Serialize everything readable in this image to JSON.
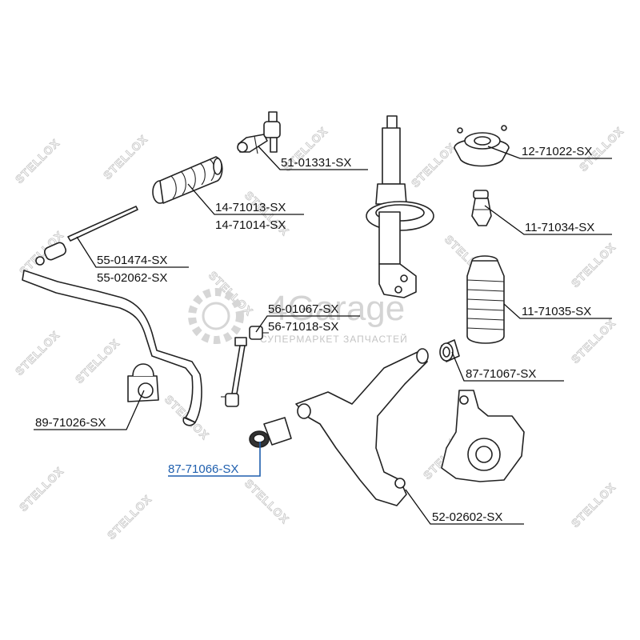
{
  "watermark": {
    "text": "STELLOX",
    "brand": "4Garage",
    "brand_sub": "СУПЕРМАРКЕТ ЗАПЧАСТЕЙ"
  },
  "colors": {
    "highlight": "#1f5fae",
    "line": "#111111"
  },
  "labels": {
    "l51_01331": "51-01331-SX",
    "l12_71022": "12-71022-SX",
    "l14_71013": "14-71013-SX",
    "l14_71014": "14-71014-SX",
    "l11_71034": "11-71034-SX",
    "l55_01474": "55-01474-SX",
    "l55_02062": "55-02062-SX",
    "l56_01067": "56-01067-SX",
    "l56_71018": "56-71018-SX",
    "l11_71035": "11-71035-SX",
    "l87_71067": "87-71067-SX",
    "l89_71026": "89-71026-SX",
    "l87_71066": "87-71066-SX",
    "l52_02602": "52-02602-SX"
  }
}
